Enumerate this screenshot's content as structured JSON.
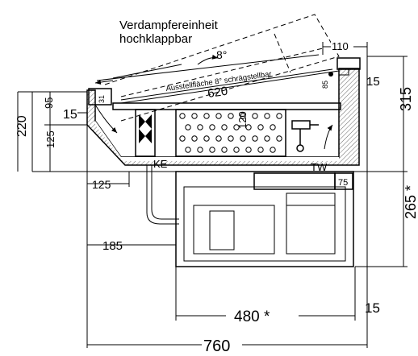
{
  "title_line1": "Verdampfereinheit",
  "title_line2": "hochklappbar",
  "angle_label": "8°",
  "shelf_label": "Ausstellfläche 8° schrägstellbar",
  "labels": {
    "ke": "KE",
    "tw": "TW"
  },
  "dimensions": {
    "d_110": "110",
    "d_15_top": "15",
    "d_15_left": "15",
    "d_95": "95",
    "d_220": "220",
    "d_125_v": "125",
    "d_620": "620",
    "d_31": "31",
    "d_85": "85",
    "d_120": "120",
    "d_315": "315",
    "d_75": "75",
    "d_265": "265 *",
    "d_125_h": "125",
    "d_185": "185",
    "d_480": "480 *",
    "d_15_bottom": "15",
    "d_760": "760"
  }
}
